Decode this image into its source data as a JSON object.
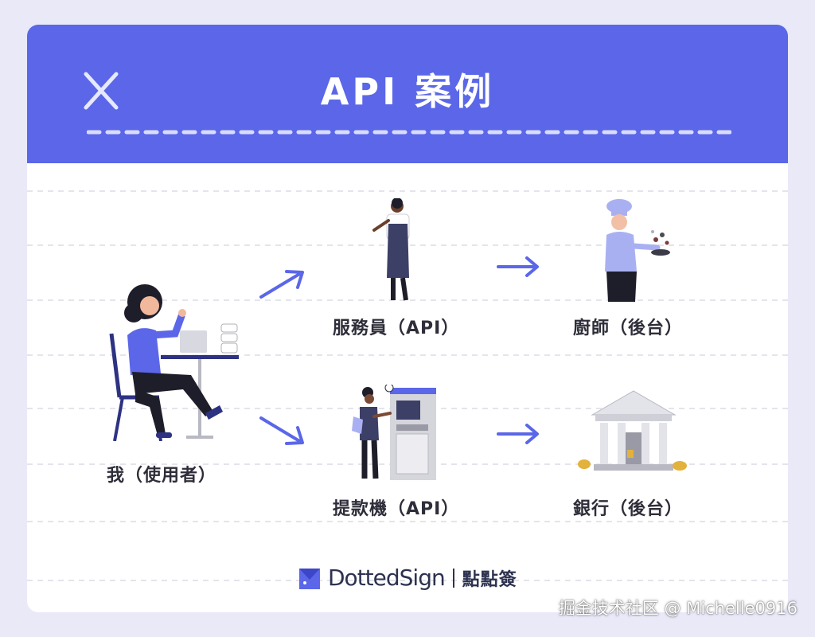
{
  "header": {
    "title": "API 案例"
  },
  "nodes": {
    "user": "我（使用者）",
    "waiter": "服務員（API）",
    "chef": "廚師（後台）",
    "atm": "提款機（API）",
    "bank": "銀行（後台）"
  },
  "icons": {
    "close": "close-icon",
    "arrow": "arrow-icon",
    "logo": "dottedsign-logo-icon"
  },
  "colors": {
    "accent": "#5b67e8",
    "background": "#e9e9f8",
    "text": "#2e2e3a"
  },
  "footer": {
    "brand": "DottedSign",
    "brand_cjk": "點點簽"
  },
  "watermark": "掘金技术社区 @ Michelle0916"
}
